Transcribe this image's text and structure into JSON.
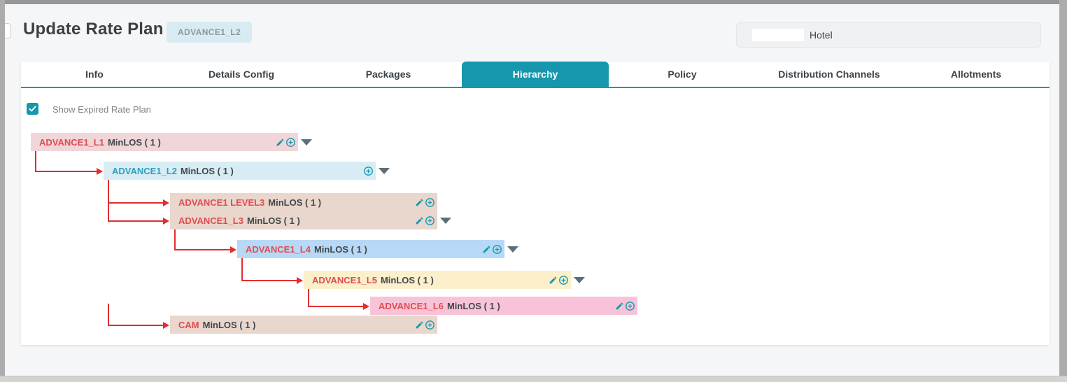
{
  "header": {
    "title": "Update Rate Plan",
    "badge": "ADVANCE1_L2",
    "hotel_label": "Hotel"
  },
  "tabs": {
    "items": [
      "Info",
      "Details Config",
      "Packages",
      "Hierarchy",
      "Policy",
      "Distribution Channels",
      "Allotments"
    ],
    "active": "Hierarchy"
  },
  "filters": {
    "show_expired_label": "Show Expired Rate Plan",
    "show_expired_checked": true
  },
  "colors": {
    "accent_teal": "#1697ad",
    "connector_red": "#e02e2e",
    "expired_name_red": "#e14b50",
    "current_name_teal": "#2ea2ba",
    "caret_gray": "#5d6e78"
  },
  "tree": {
    "nodes": [
      {
        "name": "ADVANCE1_L1",
        "detail": "MinLOS ( 1 )",
        "depth": 0,
        "row": 0,
        "parent": null,
        "bg": "#f0d6d8",
        "name_color": "#e14b50",
        "icons": [
          "edit",
          "add",
          "expand"
        ]
      },
      {
        "name": "ADVANCE1_L2",
        "detail": "MinLOS ( 1 )",
        "depth": 1,
        "row": 1,
        "parent": 0,
        "bg": "#d8ecf4",
        "name_color": "#2ea2ba",
        "icons": [
          "add",
          "expand"
        ]
      },
      {
        "name": "ADVANCE1 LEVEL3",
        "detail": "MinLOS ( 1 )",
        "depth": 2,
        "row": 2,
        "parent": 1,
        "bg": "#e9d6cc",
        "name_color": "#e14b50",
        "icons": [
          "edit",
          "add"
        ]
      },
      {
        "name": "ADVANCE1_L3",
        "detail": "MinLOS ( 1 )",
        "depth": 2,
        "row": 3,
        "parent": 1,
        "bg": "#e9d6cc",
        "name_color": "#e14b50",
        "icons": [
          "edit",
          "add",
          "expand"
        ]
      },
      {
        "name": "ADVANCE1_L4",
        "detail": "MinLOS ( 1 )",
        "depth": 3,
        "row": 4,
        "parent": 3,
        "bg": "#b7d9f5",
        "name_color": "#e14b50",
        "icons": [
          "edit",
          "add",
          "expand"
        ]
      },
      {
        "name": "ADVANCE1_L5",
        "detail": "MinLOS ( 1 )",
        "depth": 4,
        "row": 5,
        "parent": 4,
        "bg": "#fbf0cb",
        "name_color": "#e14b50",
        "icons": [
          "edit",
          "add",
          "expand"
        ]
      },
      {
        "name": "ADVANCE1_L6",
        "detail": "MinLOS ( 1 )",
        "depth": 5,
        "row": 6,
        "parent": 5,
        "bg": "#f8c3d8",
        "name_color": "#e14b50",
        "icons": [
          "edit",
          "add"
        ]
      },
      {
        "name": "CAM",
        "detail": "MinLOS ( 1 )",
        "depth": 2,
        "row": 7,
        "parent": 1,
        "bg": "#e9d6cc",
        "name_color": "#e14b50",
        "icons": [
          "edit",
          "add"
        ],
        "floating_connector": true
      }
    ]
  }
}
